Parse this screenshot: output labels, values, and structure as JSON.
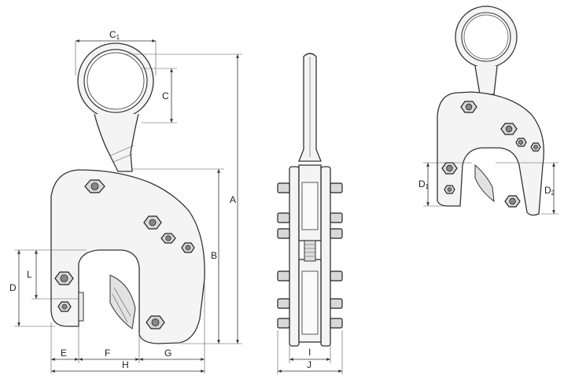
{
  "colors": {
    "line": "#333333",
    "fill": "#f4f4f4",
    "nut": "#d8d8d8"
  },
  "labels": {
    "C1": {
      "main": "C",
      "sub": "1"
    },
    "C": "C",
    "A": "A",
    "B": "B",
    "D": "D",
    "L": "L",
    "E": "E",
    "F": "F",
    "G": "G",
    "H": "H",
    "I": "I",
    "J": "J",
    "D1": {
      "main": "D",
      "sub": "1"
    },
    "D2": {
      "main": "D",
      "sub": "2"
    }
  }
}
